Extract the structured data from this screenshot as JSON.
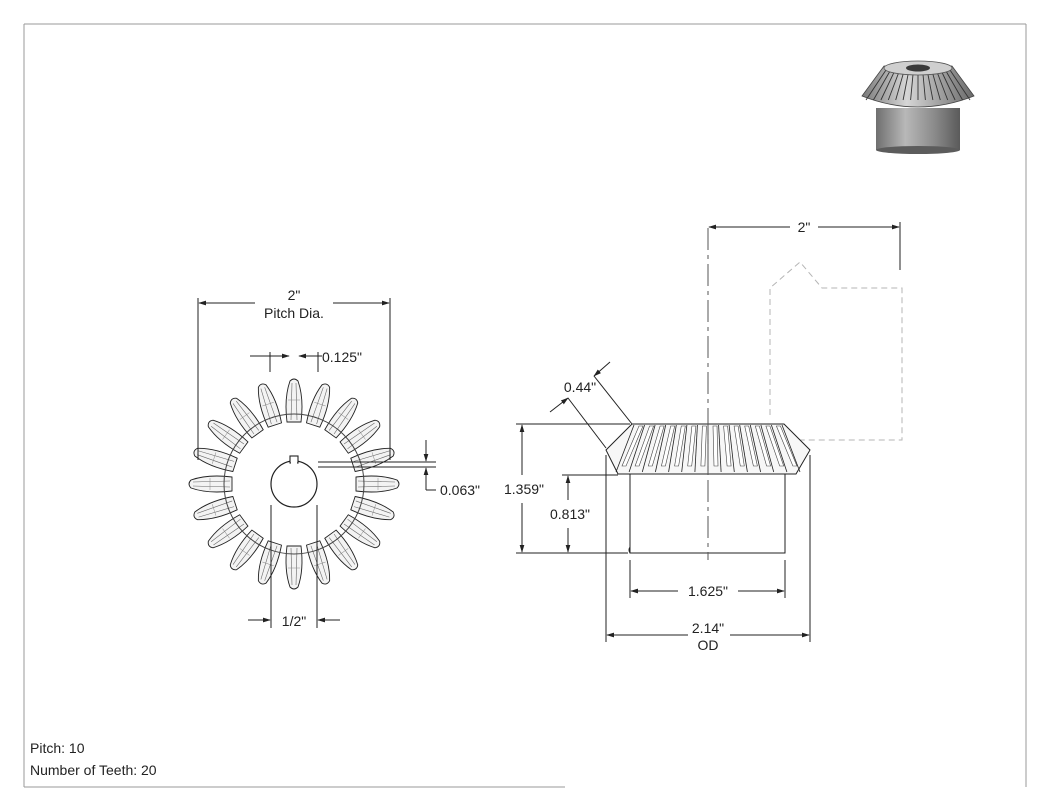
{
  "front_view": {
    "pitch_dia_value": "2\"",
    "pitch_dia_label": "Pitch Dia.",
    "keyway_width": "0.125\"",
    "keyway_depth": "0.063\"",
    "bore": "1/2\""
  },
  "side_view": {
    "overall_width": "2\"",
    "face_width": "0.44\"",
    "overall_height": "1.359\"",
    "hub_height": "0.813\"",
    "hub_diameter": "1.625\"",
    "od_value": "2.14\"",
    "od_label": "OD"
  },
  "notes": {
    "pitch": "Pitch: 10",
    "teeth": "Number of Teeth: 20"
  },
  "colors": {
    "line": "#222222",
    "tooth_fill": "#f2f2f2",
    "dash": "#bbbbbb",
    "frame": "#999999"
  },
  "thumbnail": {
    "icon": "bevel-gear-3d-preview-icon"
  }
}
